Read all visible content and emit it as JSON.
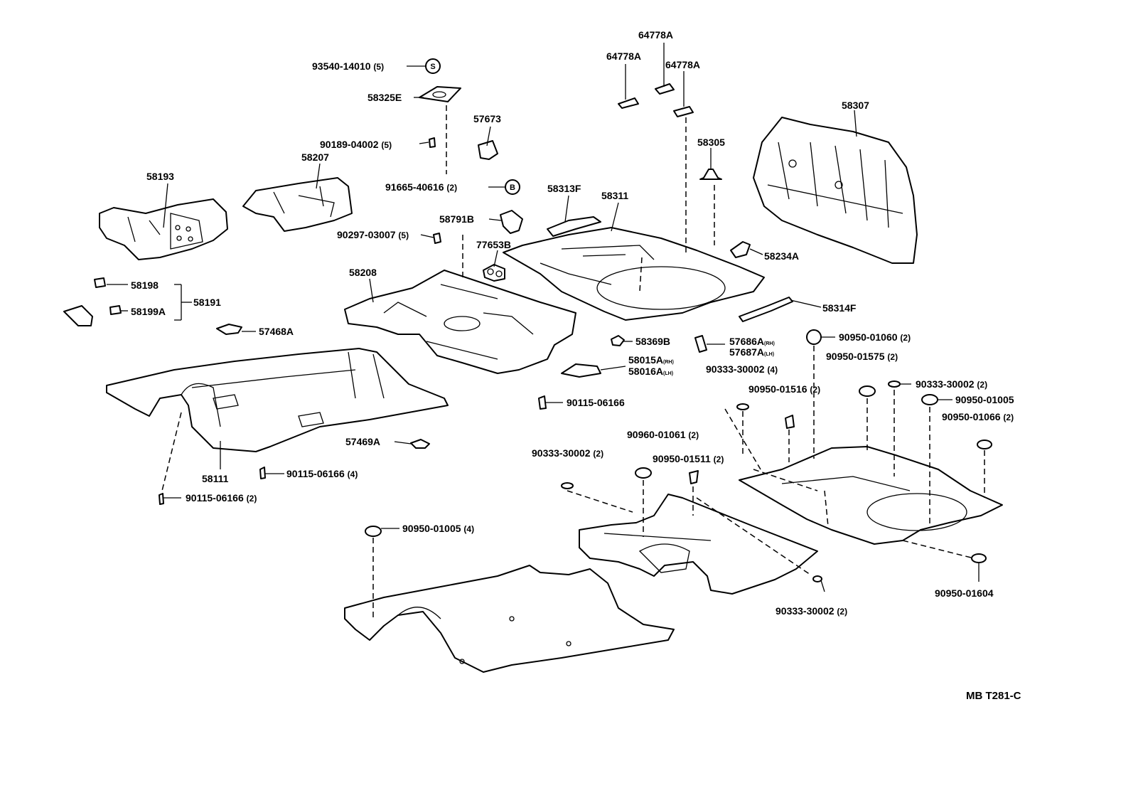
{
  "diagram": {
    "code": "MB T281-C",
    "labels": {
      "p93540": "93540-14010",
      "p58325E": "58325E",
      "p90189": "90189-04002",
      "p57673": "57673",
      "p91665": "91665-40616",
      "p58193": "58193",
      "p58207": "58207",
      "p58791B": "58791B",
      "p90297": "90297-03007",
      "p77653B": "77653B",
      "p58313F": "58313F",
      "p58311": "58311",
      "p64778A_top": "64778A",
      "p64778A_left": "64778A",
      "p64778A_right": "64778A",
      "p58307": "58307",
      "p58305": "58305",
      "p58234A": "58234A",
      "p58314F": "58314F",
      "p58208": "58208",
      "p58198": "58198",
      "p58199A": "58199A",
      "p58191": "58191",
      "p57468A": "57468A",
      "p58369B": "58369B",
      "p57686A": "57686A",
      "p57687A": "57687A",
      "p58015A": "58015A",
      "p58016A": "58016A",
      "p90333_a": "90333-30002",
      "p90950_01060": "90950-01060",
      "p90950_01575": "90950-01575",
      "p90115_a": "90115-06166",
      "p90950_01516": "90950-01516",
      "p90333_b": "90333-30002",
      "p90950_01005_a": "90950-01005",
      "p90950_01066": "90950-01066",
      "p57469A": "57469A",
      "p90960_01061": "90960-01061",
      "p90333_c": "90333-30002",
      "p90950_01511": "90950-01511",
      "p58111": "58111",
      "p90115_b": "90115-06166",
      "p90115_c": "90115-06166",
      "p90950_01005_b": "90950-01005",
      "p90333_d": "90333-30002",
      "p90950_01604": "90950-01604"
    },
    "quantities": {
      "p93540": "(5)",
      "p90189": "(5)",
      "p91665": "(2)",
      "p90297": "(5)",
      "p90333_a": "(4)",
      "p90950_01060": "(2)",
      "p90950_01575": "(2)",
      "p90950_01516": "(2)",
      "p90333_b": "(2)",
      "p90950_01066": "(2)",
      "p90960_01061": "(2)",
      "p90333_c": "(2)",
      "p90950_01511": "(2)",
      "p90115_b": "(4)",
      "p90115_c": "(2)",
      "p90950_01005_b": "(4)",
      "p90333_d": "(2)"
    },
    "side_marks": {
      "rh": "(RH)",
      "lh": "(LH)"
    },
    "symbols": {
      "s": "S",
      "b": "B"
    }
  }
}
